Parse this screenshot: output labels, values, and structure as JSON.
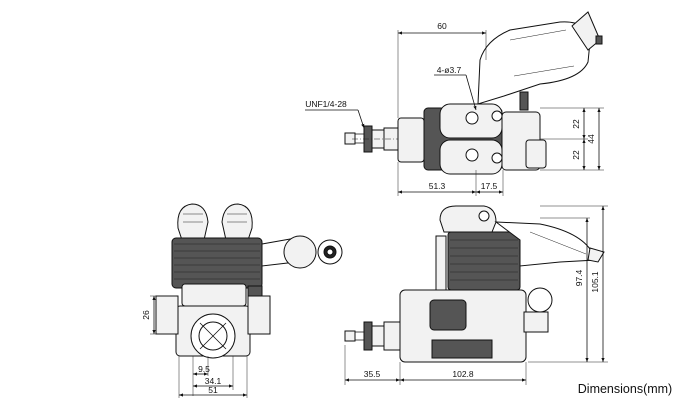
{
  "units_caption": "Dimensions(mm)",
  "top_view": {
    "overall_width": "60",
    "bolt_holes": "4-ø3.7",
    "thread": "UNF1/4-28",
    "half_height_upper": "22",
    "half_height_lower": "22",
    "total_height": "44",
    "left_length": "51.3",
    "right_length": "17.5"
  },
  "front_view": {
    "mount_height": "26",
    "inner_width": "9.5",
    "mid_width": "34.1",
    "total_width": "51"
  },
  "side_view": {
    "height_small": "97.4",
    "height_total": "105.1",
    "prop_length": "35.5",
    "body_length": "102.8"
  }
}
